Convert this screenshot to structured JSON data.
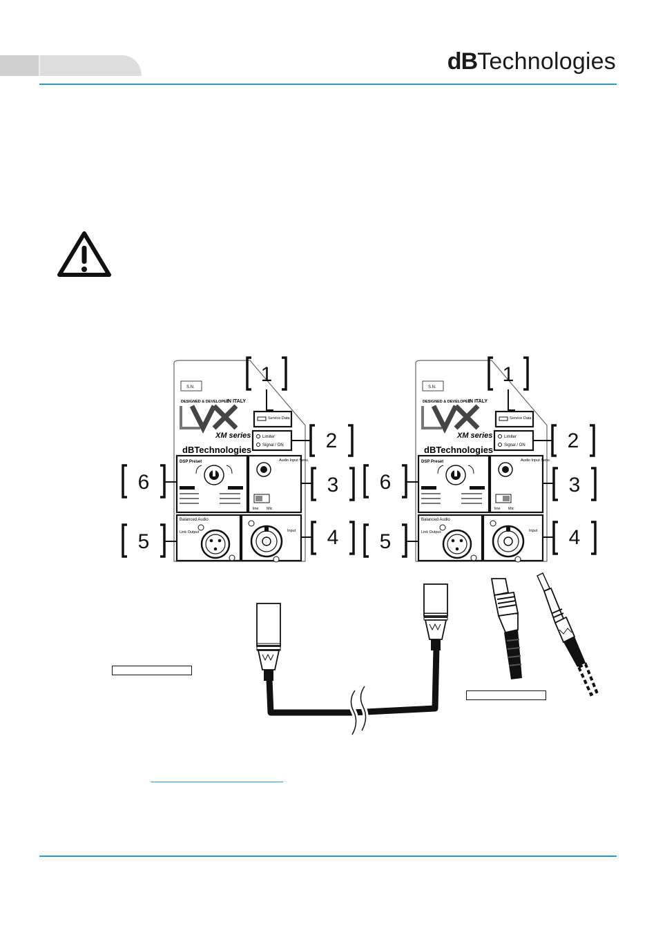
{
  "header": {
    "brand_bold": "dB",
    "brand_rest": "Technologies"
  },
  "panels": [
    {
      "sn_label": "S.N.",
      "made_label": "DESIGNED & DEVELOPED",
      "made_country": "IN ITALY",
      "series_label": "XM series",
      "brand_label": "dBTechnologies",
      "service_label": "Service Data",
      "led_limiter": "Limiter",
      "led_signal": "Signal / ON",
      "dsp_label": "DSP Preset",
      "audio_sens_label": "Audio Input Sens.",
      "line_label": "line",
      "mic_label": "Mic",
      "balanced_label": "Balanced Audio",
      "link_label": "Link Output",
      "input_label": "Input"
    },
    {
      "sn_label": "S.N.",
      "made_label": "DESIGNED & DEVELOPED",
      "made_country": "IN ITALY",
      "series_label": "XM series",
      "brand_label": "dBTechnologies",
      "service_label": "Service Data",
      "led_limiter": "Limiter",
      "led_signal": "Signal / ON",
      "dsp_label": "DSP Preset",
      "audio_sens_label": "Audio Input Sens.",
      "line_label": "line",
      "mic_label": "Mic",
      "balanced_label": "Balanced Audio",
      "link_label": "Link Output",
      "input_label": "Input"
    }
  ],
  "callouts": [
    "1",
    "2",
    "3",
    "4",
    "5",
    "6"
  ],
  "colors": {
    "accent": "#2a9bd0",
    "ink": "#111111"
  },
  "icons": {
    "warning": "warning-triangle-icon"
  }
}
